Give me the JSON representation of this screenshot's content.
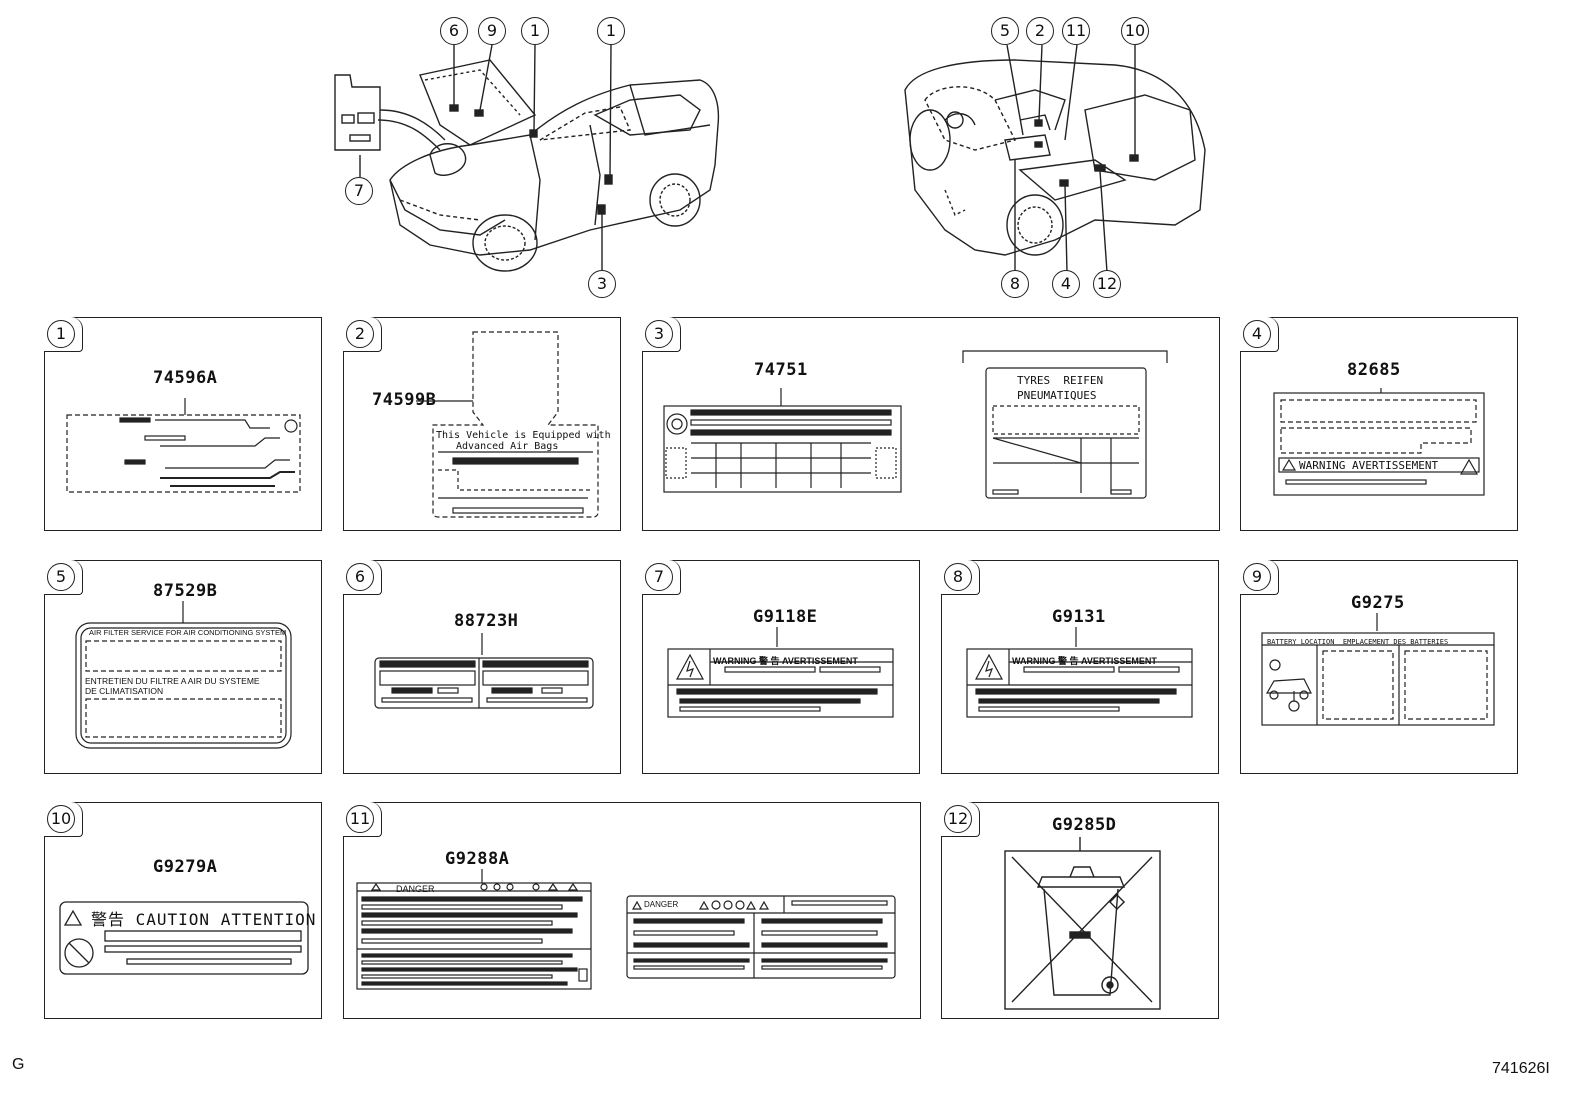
{
  "overview": {
    "front_callouts": [
      "6",
      "9",
      "1",
      "1",
      "7",
      "3"
    ],
    "rear_callouts": [
      "5",
      "2",
      "11",
      "10",
      "8",
      "4",
      "12"
    ]
  },
  "panels": [
    {
      "num": "1",
      "part": "74596A"
    },
    {
      "num": "2",
      "part": "74599B",
      "text_lines": [
        "This Vehicle is Equipped with",
        "Advanced Air Bags"
      ]
    },
    {
      "num": "3",
      "part": "74751",
      "tire_label": [
        "TYRES  REIFEN",
        "PNEUMATIQUES"
      ]
    },
    {
      "num": "4",
      "part": "82685",
      "warning": "WARNING AVERTISSEMENT"
    },
    {
      "num": "5",
      "part": "87529B",
      "line1": "AIR FILTER SERVICE FOR AIR CONDITIONING SYSTEM",
      "line2": "ENTRETIEN DU FILTRE A AIR DU SYSTEME",
      "line3": "DE CLIMATISATION"
    },
    {
      "num": "6",
      "part": "88723H"
    },
    {
      "num": "7",
      "part": "G9118E",
      "warning": "WARNING 警 告 AVERTISSEMENT"
    },
    {
      "num": "8",
      "part": "G9131",
      "warning": "WARNING 警 告 AVERTISSEMENT"
    },
    {
      "num": "9",
      "part": "G9275",
      "header": "BATTERY LOCATION  EMPLACEMENT DES BATTERIES"
    },
    {
      "num": "10",
      "part": "G9279A",
      "header": "警告 CAUTION ATTENTION"
    },
    {
      "num": "11",
      "part": "G9288A",
      "danger": "DANGER"
    },
    {
      "num": "12",
      "part": "G9285D"
    }
  ],
  "footer": {
    "left": "G",
    "right": "741626I"
  }
}
